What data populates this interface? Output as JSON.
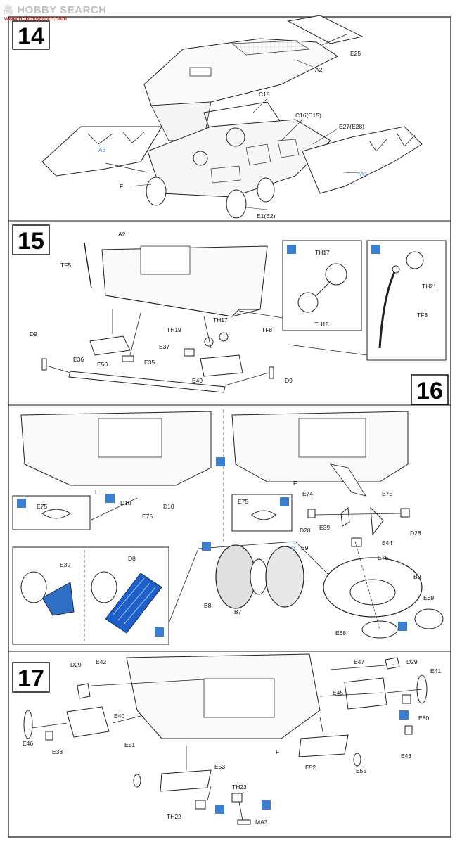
{
  "watermark": {
    "logo": "高",
    "text": "HOBBY SEARCH",
    "url": "www.hobbysearch.com"
  },
  "colors": {
    "line": "#1a1a1a",
    "accent_blue": "#3a7fd0",
    "highlight_blue": "#1f5fc8",
    "paint_blue": "#2d6fc2"
  },
  "steps": [
    {
      "number": "14"
    },
    {
      "number": "15"
    },
    {
      "number": "16"
    },
    {
      "number": "17"
    }
  ],
  "step14": {
    "labels": {
      "e25": "E25",
      "a2": "A2",
      "c18": "C18",
      "c16": "C16(C15)",
      "e27": "E27(E28)",
      "a3": "A3",
      "a1": "A1",
      "f": "F",
      "e1": "E1(E2)"
    }
  },
  "step15": {
    "labels": {
      "a2": "A2",
      "tf5": "TF5",
      "th17a": "TH17",
      "th18": "TH18",
      "th21": "TH21",
      "tf8a": "TF8",
      "th19": "TH19",
      "th17b": "TH17",
      "tf8b": "TF8",
      "e37": "E37",
      "d9a": "D9",
      "e36": "E36",
      "e50": "E50",
      "e35": "E35",
      "e49": "E49",
      "d9b": "D9"
    }
  },
  "step16": {
    "labels": {
      "f1": "F",
      "d10a": "D10",
      "d10b": "D10",
      "e75a": "E75",
      "e75b": "E75",
      "f2": "F",
      "e74": "E74",
      "e75c": "E75",
      "e75d": "E75",
      "d28a": "D28",
      "e39a": "E39",
      "e44": "E44",
      "d28b": "D28",
      "e76": "E76",
      "e39b": "E39",
      "d8": "D8",
      "b9a": "B9",
      "b9b": "B9",
      "b8": "B8",
      "b7": "B7",
      "e69": "E69",
      "e68": "E68",
      "ref": "33"
    }
  },
  "step17": {
    "labels": {
      "d29a": "D29",
      "e42": "E42",
      "e47": "E47",
      "d29b": "D29",
      "e41": "E41",
      "e40": "E40",
      "e45": "E45",
      "e80": "E80",
      "e46": "E46",
      "e38": "E38",
      "e43": "E43",
      "e51": "E51",
      "f": "F",
      "e53": "E53",
      "e55": "E55",
      "e52": "E52",
      "th23": "TH23",
      "th22": "TH22",
      "ma3": "MA3"
    }
  }
}
